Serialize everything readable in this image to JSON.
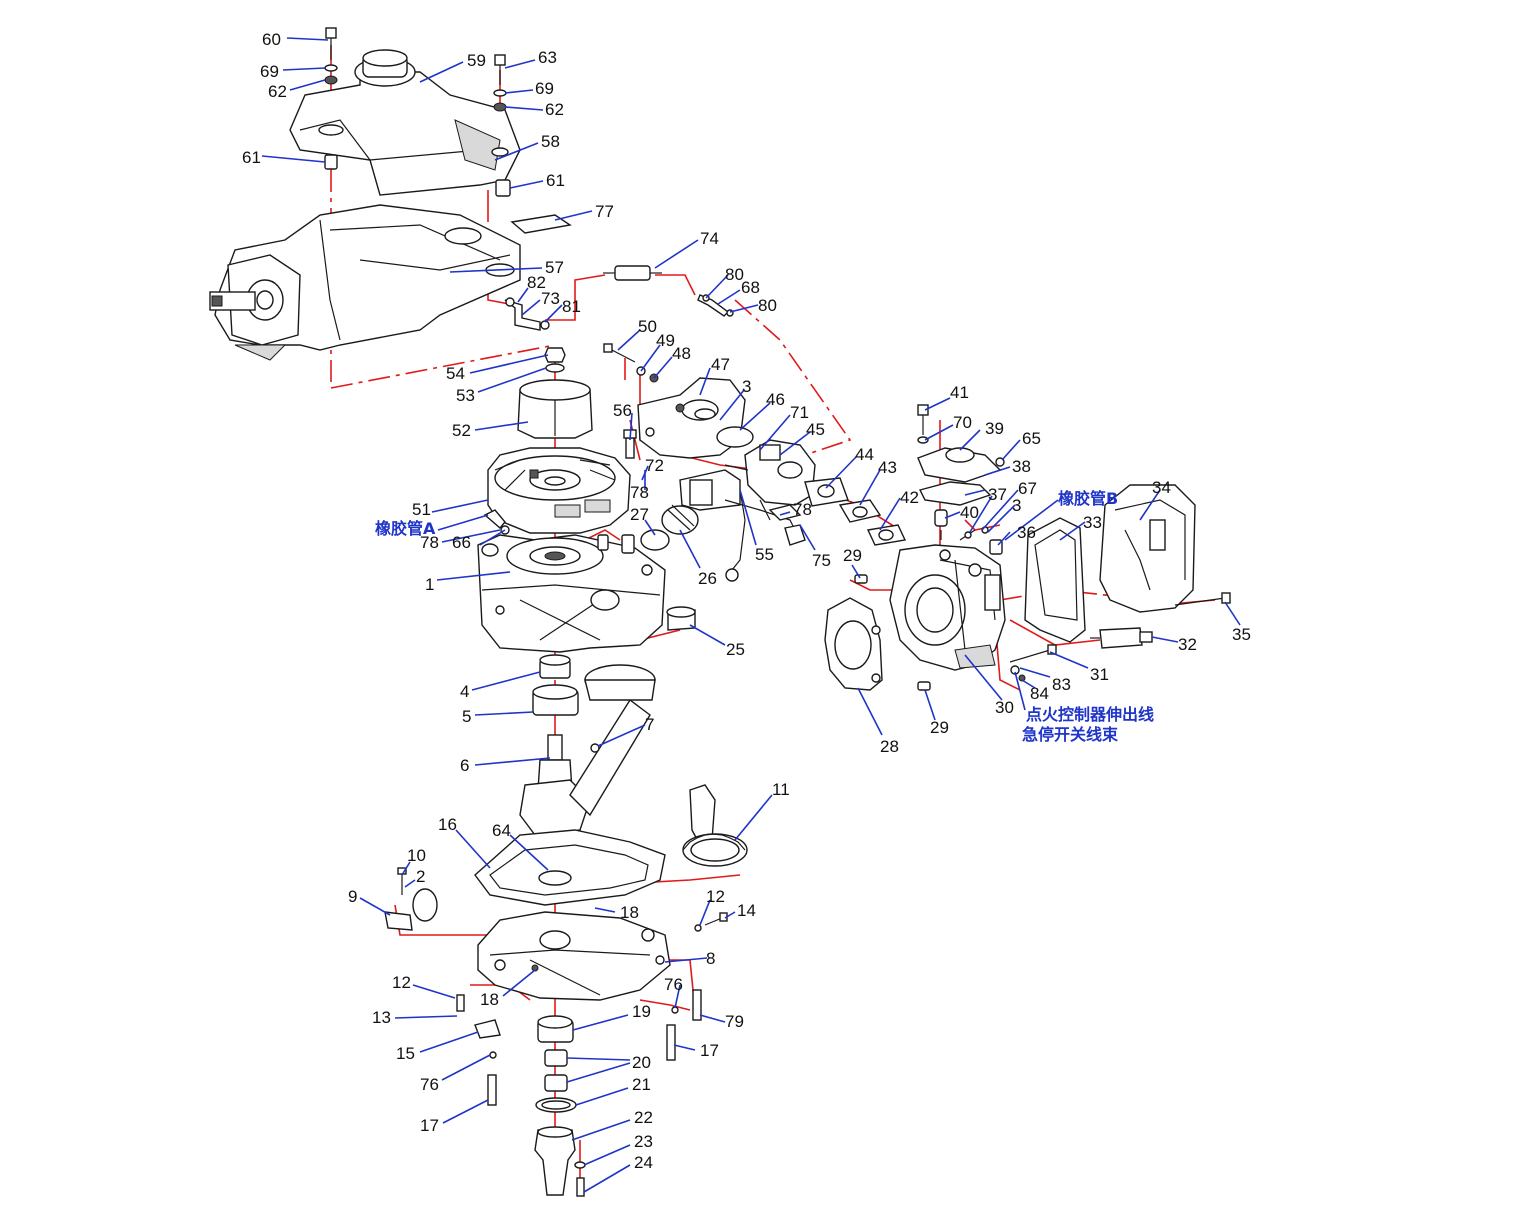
{
  "callouts": [
    {
      "id": "60",
      "label": "60"
    },
    {
      "id": "69a",
      "label": "69"
    },
    {
      "id": "62a",
      "label": "62"
    },
    {
      "id": "61a",
      "label": "61"
    },
    {
      "id": "59",
      "label": "59"
    },
    {
      "id": "63",
      "label": "63"
    },
    {
      "id": "69b",
      "label": "69"
    },
    {
      "id": "62b",
      "label": "62"
    },
    {
      "id": "58",
      "label": "58"
    },
    {
      "id": "61b",
      "label": "61"
    },
    {
      "id": "77",
      "label": "77"
    },
    {
      "id": "74",
      "label": "74"
    },
    {
      "id": "57",
      "label": "57"
    },
    {
      "id": "82",
      "label": "82"
    },
    {
      "id": "73",
      "label": "73"
    },
    {
      "id": "81",
      "label": "81"
    },
    {
      "id": "80a",
      "label": "80"
    },
    {
      "id": "68",
      "label": "68"
    },
    {
      "id": "80b",
      "label": "80"
    },
    {
      "id": "50",
      "label": "50"
    },
    {
      "id": "49",
      "label": "49"
    },
    {
      "id": "48",
      "label": "48"
    },
    {
      "id": "47",
      "label": "47"
    },
    {
      "id": "54",
      "label": "54"
    },
    {
      "id": "53",
      "label": "53"
    },
    {
      "id": "3a",
      "label": "3"
    },
    {
      "id": "46",
      "label": "46"
    },
    {
      "id": "71",
      "label": "71"
    },
    {
      "id": "56",
      "label": "56"
    },
    {
      "id": "45",
      "label": "45"
    },
    {
      "id": "52",
      "label": "52"
    },
    {
      "id": "72",
      "label": "72"
    },
    {
      "id": "78a",
      "label": "78"
    },
    {
      "id": "44",
      "label": "44"
    },
    {
      "id": "43",
      "label": "43"
    },
    {
      "id": "51",
      "label": "51"
    },
    {
      "id": "78b",
      "label": "78"
    },
    {
      "id": "66",
      "label": "66"
    },
    {
      "id": "27",
      "label": "27"
    },
    {
      "id": "78c",
      "label": "78"
    },
    {
      "id": "75",
      "label": "75"
    },
    {
      "id": "55",
      "label": "55"
    },
    {
      "id": "26",
      "label": "26"
    },
    {
      "id": "1",
      "label": "1"
    },
    {
      "id": "25",
      "label": "25"
    },
    {
      "id": "41",
      "label": "41"
    },
    {
      "id": "70",
      "label": "70"
    },
    {
      "id": "39",
      "label": "39"
    },
    {
      "id": "65",
      "label": "65"
    },
    {
      "id": "38",
      "label": "38"
    },
    {
      "id": "42",
      "label": "42"
    },
    {
      "id": "37",
      "label": "37"
    },
    {
      "id": "67",
      "label": "67"
    },
    {
      "id": "40",
      "label": "40"
    },
    {
      "id": "3b",
      "label": "3"
    },
    {
      "id": "34",
      "label": "34"
    },
    {
      "id": "33",
      "label": "33"
    },
    {
      "id": "36",
      "label": "36"
    },
    {
      "id": "29a",
      "label": "29"
    },
    {
      "id": "32",
      "label": "32"
    },
    {
      "id": "35",
      "label": "35"
    },
    {
      "id": "31",
      "label": "31"
    },
    {
      "id": "83",
      "label": "83"
    },
    {
      "id": "84",
      "label": "84"
    },
    {
      "id": "30",
      "label": "30"
    },
    {
      "id": "29b",
      "label": "29"
    },
    {
      "id": "28",
      "label": "28"
    },
    {
      "id": "4",
      "label": "4"
    },
    {
      "id": "5",
      "label": "5"
    },
    {
      "id": "7",
      "label": "7"
    },
    {
      "id": "6",
      "label": "6"
    },
    {
      "id": "11",
      "label": "11"
    },
    {
      "id": "16",
      "label": "16"
    },
    {
      "id": "64",
      "label": "64"
    },
    {
      "id": "10",
      "label": "10"
    },
    {
      "id": "2",
      "label": "2"
    },
    {
      "id": "9",
      "label": "9"
    },
    {
      "id": "12a",
      "label": "12"
    },
    {
      "id": "14",
      "label": "14"
    },
    {
      "id": "18a",
      "label": "18"
    },
    {
      "id": "8",
      "label": "8"
    },
    {
      "id": "12b",
      "label": "12"
    },
    {
      "id": "18b",
      "label": "18"
    },
    {
      "id": "76a",
      "label": "76"
    },
    {
      "id": "13",
      "label": "13"
    },
    {
      "id": "79",
      "label": "79"
    },
    {
      "id": "19",
      "label": "19"
    },
    {
      "id": "15",
      "label": "15"
    },
    {
      "id": "17a",
      "label": "17"
    },
    {
      "id": "20",
      "label": "20"
    },
    {
      "id": "76b",
      "label": "76"
    },
    {
      "id": "21",
      "label": "21"
    },
    {
      "id": "17b",
      "label": "17"
    },
    {
      "id": "22",
      "label": "22"
    },
    {
      "id": "23",
      "label": "23"
    },
    {
      "id": "24",
      "label": "24"
    }
  ],
  "notes": {
    "hose_a": "橡胶管A",
    "hose_b": "橡胶管B",
    "ignition_lead": "点火控制器伸出线",
    "stop_switch_harness": "急停开关线束"
  }
}
